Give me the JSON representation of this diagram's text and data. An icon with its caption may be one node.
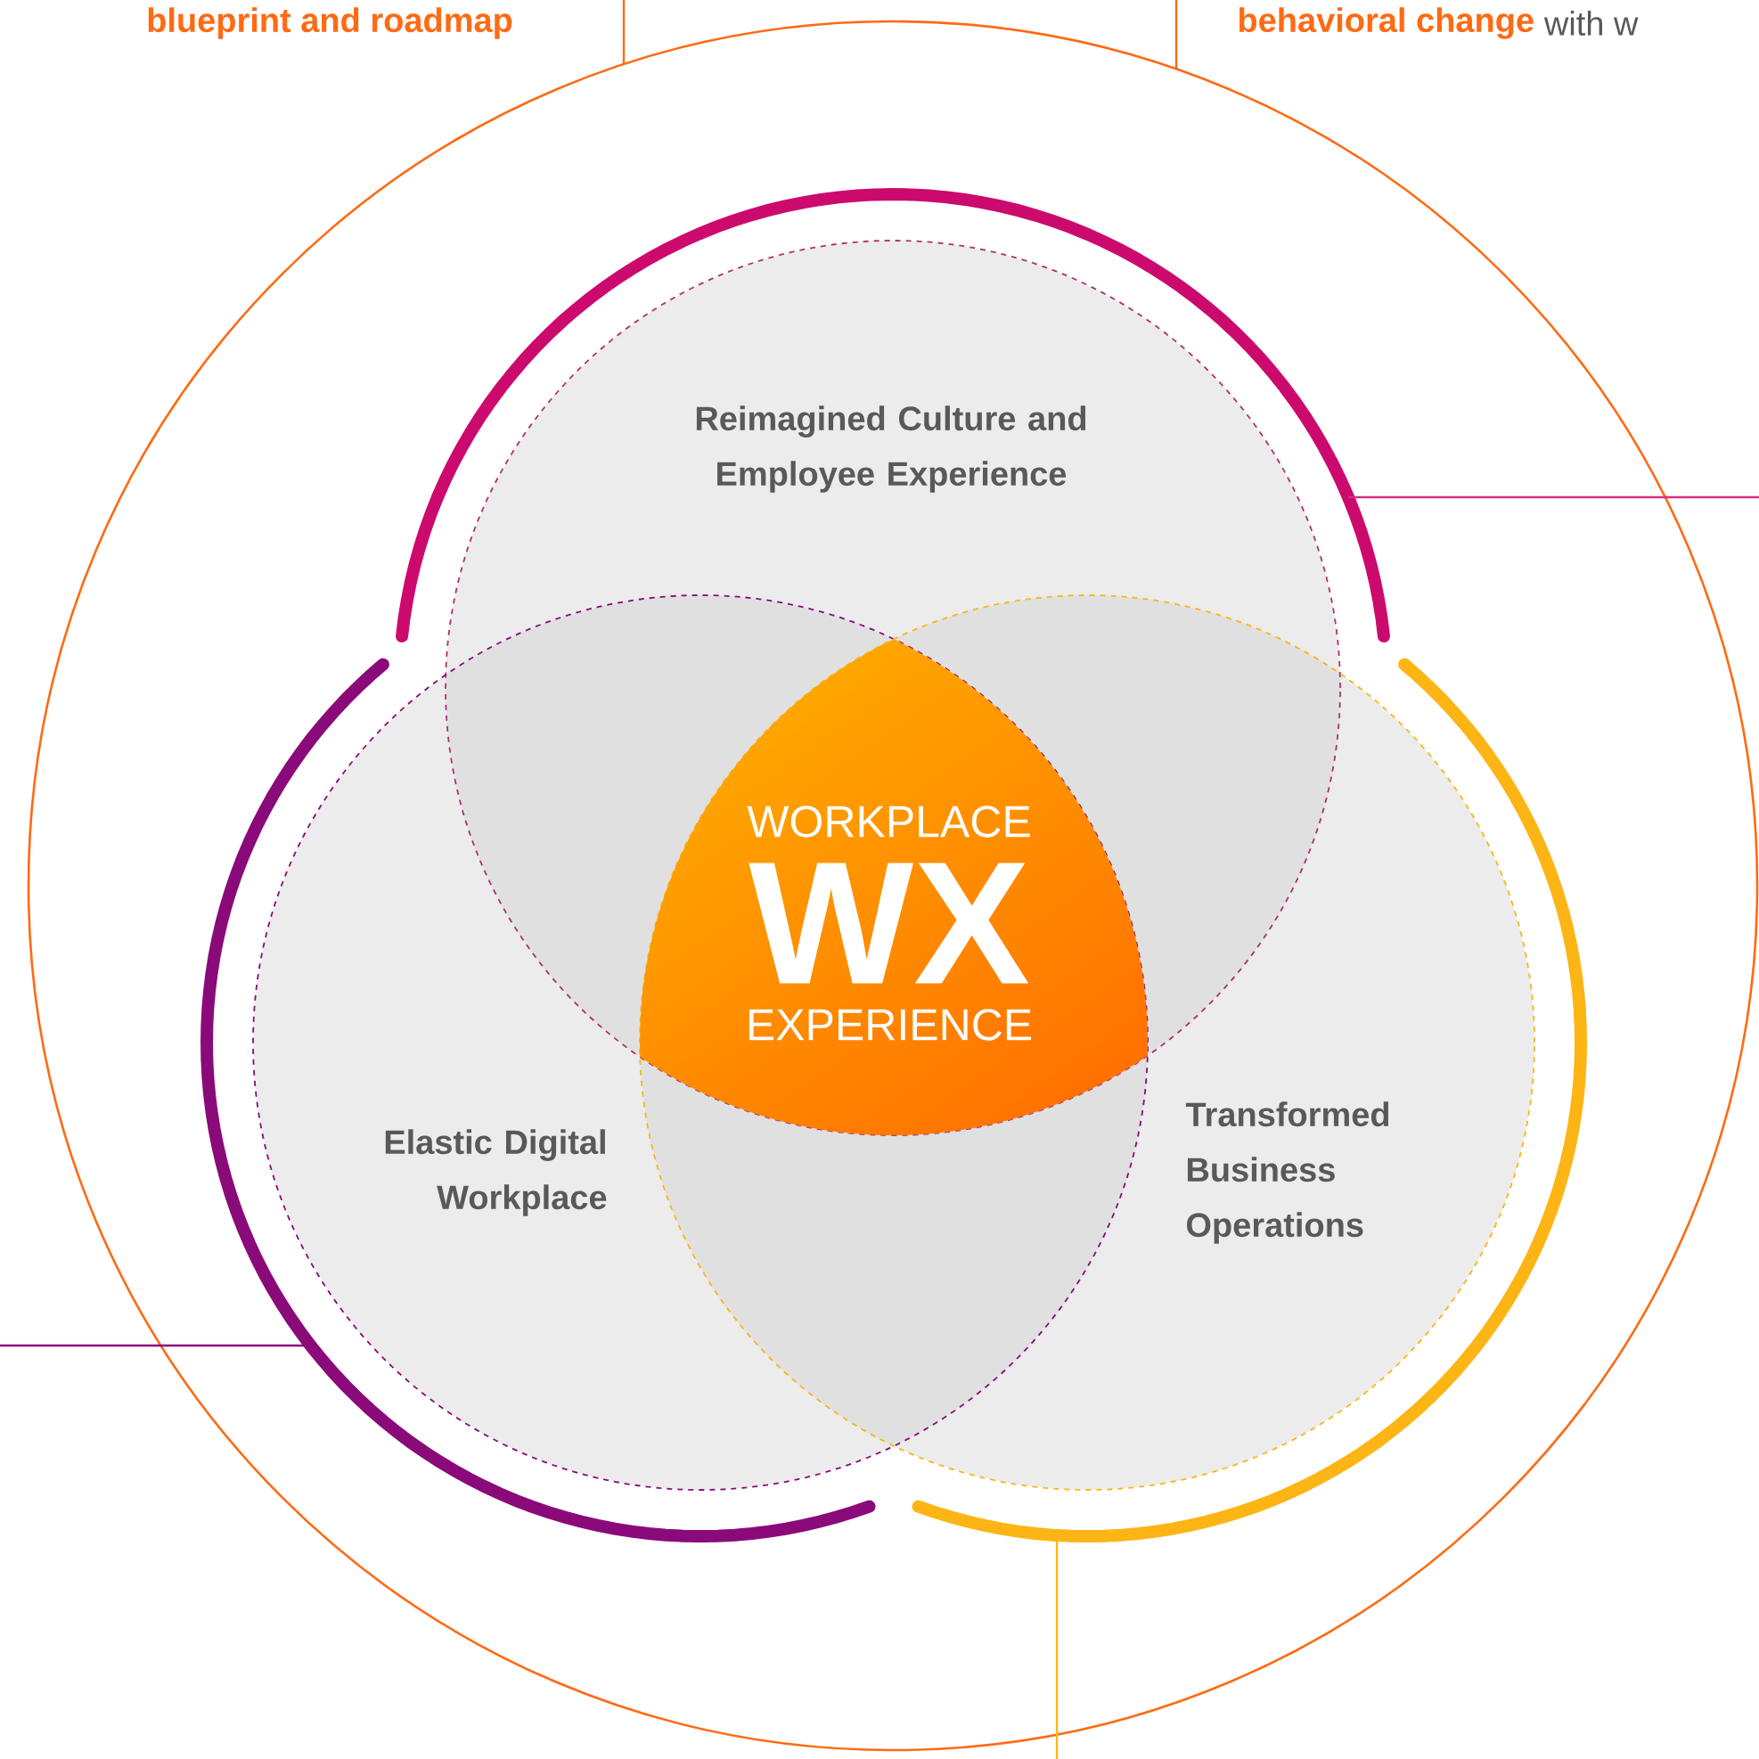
{
  "diagram": {
    "nodes": [
      {
        "text": [],
        "shape": "circle"
      },
      {
        "text": [
          "Reimagined Culture and Employee Experience"
        ],
        "in": 0
      },
      {
        "text": [
          "Elastic Digital Workplace"
        ],
        "in": 0
      },
      {
        "text": [
          "Transformed Business Operations"
        ],
        "in": 0
      },
      {
        "text": [
          "WORKPLACE",
          "WX",
          "EXPERIENCE"
        ]
      }
    ],
    "edges": [
      {
        "from": null,
        "to": 0,
        "arrow": "none",
        "color": "#ff6a13"
      },
      {
        "from": null,
        "to": 0,
        "arrow": "none",
        "color": "#ff6a13"
      },
      {
        "from": null,
        "to": 1,
        "arrow": "none",
        "color": "#d6307f"
      },
      {
        "from": null,
        "to": 2,
        "arrow": "none",
        "color": "#8b0a7a"
      },
      {
        "from": 3,
        "to": null,
        "arrow": "none",
        "color": "#fdb515"
      }
    ],
    "labels": [
      "blueprint and roadmap",
      "behavioral change",
      "with w"
    ]
  }
}
